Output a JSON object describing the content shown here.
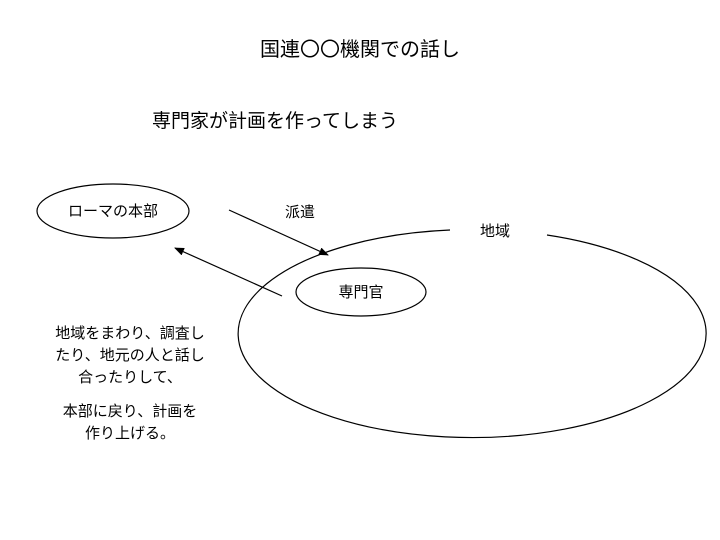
{
  "title": "国連〇〇機関での話し",
  "subtitle": "専門家が計画を作ってしまう",
  "nodes": {
    "rome_hq": "ローマの本部",
    "expert": "専門官",
    "region": "地域"
  },
  "edges": {
    "dispatch": "派遣"
  },
  "description": {
    "lines_1": [
      "地域をまわり、調査し",
      "たり、地元の人と話し",
      "合ったりして、"
    ],
    "lines_2": [
      "本部に戻り、計画を",
      "作り上げる。"
    ]
  }
}
